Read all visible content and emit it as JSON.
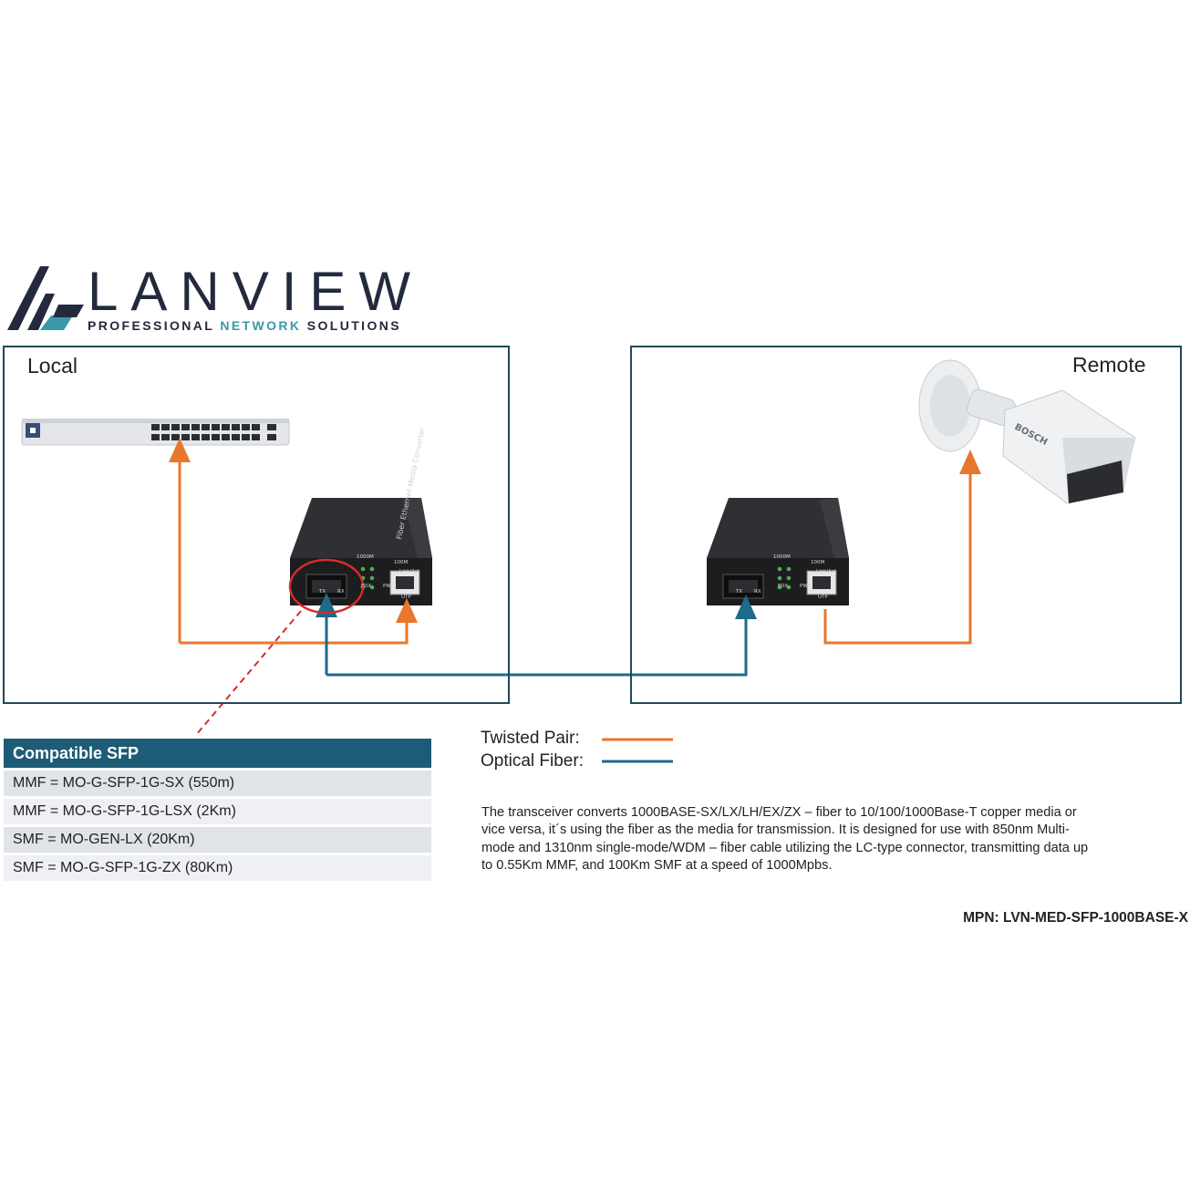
{
  "logo": {
    "wordmark": "LANVIEW",
    "tagline_part1": "PROFESSIONAL",
    "tagline_part2": "NETWORK",
    "tagline_part3": "SOLUTIONS",
    "brand_color": "#242a3d",
    "accent_color": "#3a99a9"
  },
  "sites": {
    "local_label": "Local",
    "remote_label": "Remote",
    "frame_color": "#1e4a58"
  },
  "devices": {
    "camera_brand": "BOSCH",
    "converter_labels": [
      "1000M",
      "100M",
      "Link/Act",
      "FDX",
      "PWR",
      "UTP",
      "TX",
      "RX"
    ],
    "converter_side_text": "Fiber Ethernet Media Converter"
  },
  "legend": {
    "twisted_pair": "Twisted Pair:",
    "optical_fiber": "Optical Fiber:",
    "twisted_pair_color": "#e8772e",
    "optical_fiber_color": "#1f6a8a"
  },
  "sfp_table": {
    "header": "Compatible SFP",
    "header_color": "#1e5b76",
    "rows": [
      "MMF = MO-G-SFP-1G-SX (550m)",
      "MMF = MO-G-SFP-1G-LSX (2Km)",
      "SMF = MO-GEN-LX (20Km)",
      "SMF = MO-G-SFP-1G-ZX (80Km)"
    ]
  },
  "description": "The transceiver converts 1000BASE-SX/LX/LH/EX/ZX – fiber to 10/100/1000Base-T copper media or vice versa, it´s using the fiber as the media for transmission. It is designed for use with 850nm Multi-mode and 1310nm single-mode/WDM – fiber cable utilizing the LC-type connector, transmitting data up to 0.55Km MMF, and 100Km SMF at a speed of 1000Mpbs.",
  "mpn": "MPN: LVN-MED-SFP-1000BASE-X"
}
